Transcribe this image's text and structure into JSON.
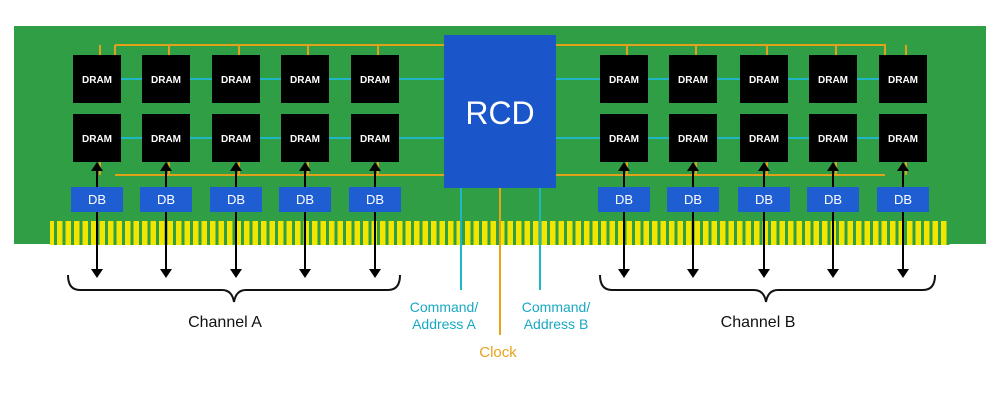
{
  "rcd": {
    "label": "RCD"
  },
  "dram": {
    "label": "DRAM"
  },
  "db": {
    "label": "DB"
  },
  "labels": {
    "channel_a": "Channel A",
    "channel_b": "Channel B",
    "cmd_addr_a_line1": "Command/",
    "cmd_addr_a_line2": "Address A",
    "cmd_addr_b_line1": "Command/",
    "cmd_addr_b_line2": "Address B",
    "clock": "Clock"
  },
  "colors": {
    "pcb_green": "#2f9e44",
    "chip_black": "#000000",
    "rcd_blue": "#1a56c9",
    "db_blue": "#1e5ed2",
    "gold_trace": "#e0a21a",
    "contact_yellow": "#f2e600",
    "cyan_trace": "#1fb7c6",
    "clock_orange": "#e8a21c",
    "cmd_addr_text": "#19a9c4",
    "label_text": "#111111"
  }
}
